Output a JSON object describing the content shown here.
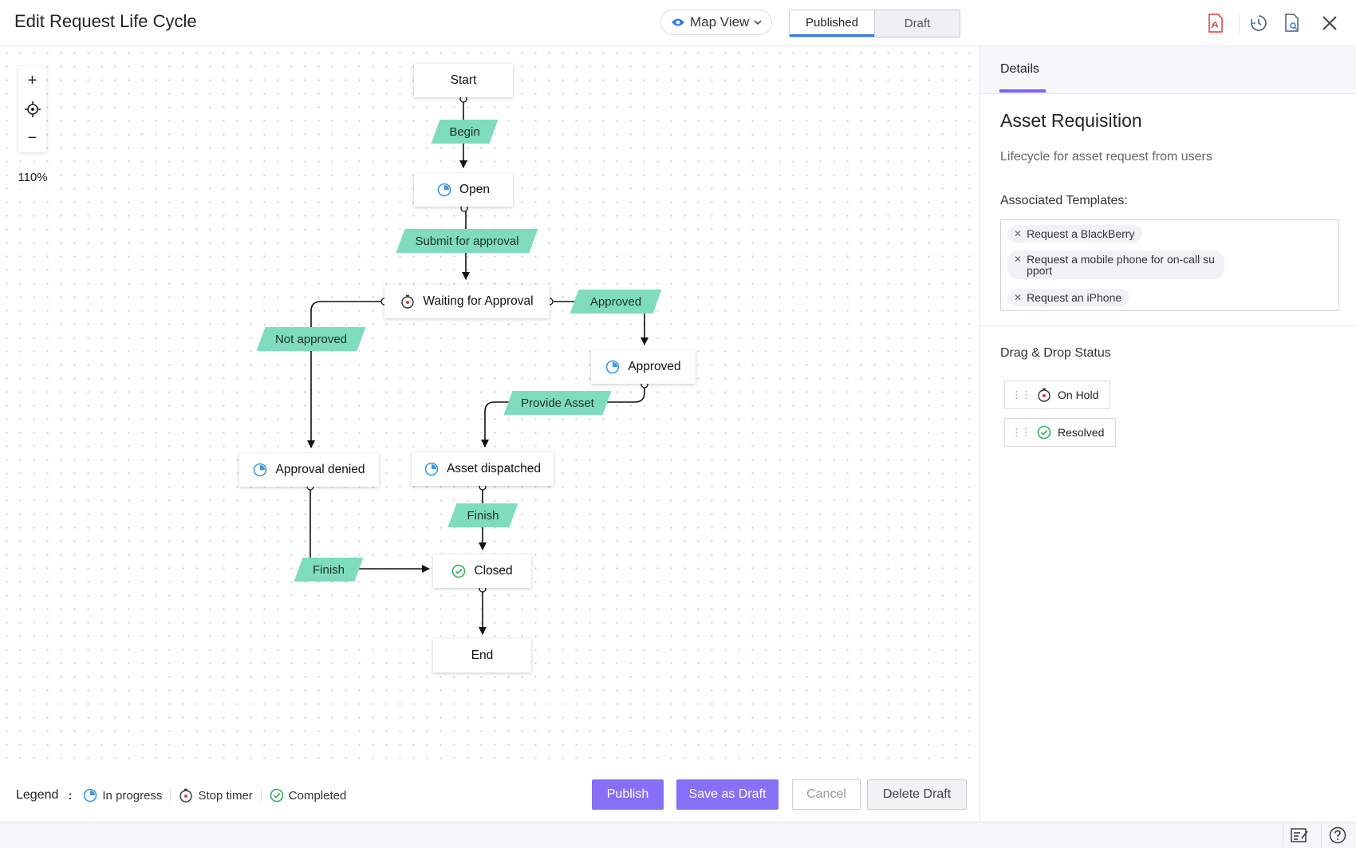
{
  "header": {
    "title": "Edit Request Life Cycle",
    "view_select": "Map View",
    "segments": {
      "published": "Published",
      "draft": "Draft"
    },
    "icons": [
      "pdf-icon",
      "history-icon",
      "document-search-icon",
      "close-icon"
    ]
  },
  "canvas": {
    "zoom_in": "+",
    "zoom_out": "−",
    "zoom_level": "110%",
    "nodes": {
      "start": "Start",
      "open": "Open",
      "waiting": "Waiting for Approval",
      "approved": "Approved",
      "approval_denied": "Approval denied",
      "asset_dispatched": "Asset dispatched",
      "closed": "Closed",
      "end": "End"
    },
    "transitions": {
      "begin": "Begin",
      "submit": "Submit for approval",
      "approved": "Approved",
      "not_approved": "Not approved",
      "provide_asset": "Provide Asset",
      "finish_dispatched": "Finish",
      "finish_denied": "Finish"
    }
  },
  "legend": {
    "title": "Legend",
    "colon": ":",
    "in_progress": "In progress",
    "stop_timer": "Stop timer",
    "completed": "Completed"
  },
  "actions": {
    "publish": "Publish",
    "save_draft": "Save as Draft",
    "cancel": "Cancel",
    "delete_draft": "Delete Draft"
  },
  "panel": {
    "tab": "Details",
    "title": "Asset Requisition",
    "description": "Lifecycle for asset request from users",
    "associated_label": "Associated Templates:",
    "templates": [
      {
        "line1": "Request a BlackBerry",
        "line2": ""
      },
      {
        "line1": "Request a mobile phone for on-call su",
        "line2": "pport"
      },
      {
        "line1": "Request an iPhone",
        "line2": ""
      }
    ],
    "drag_drop_label": "Drag & Drop Status",
    "statuses": [
      "On Hold",
      "Resolved"
    ]
  },
  "colors": {
    "accent": "#8770f5",
    "transition_label": "#7edcbc",
    "in_progress": "#3b97e3",
    "stop_timer": "#e0373f",
    "completed": "#2cb45a"
  }
}
